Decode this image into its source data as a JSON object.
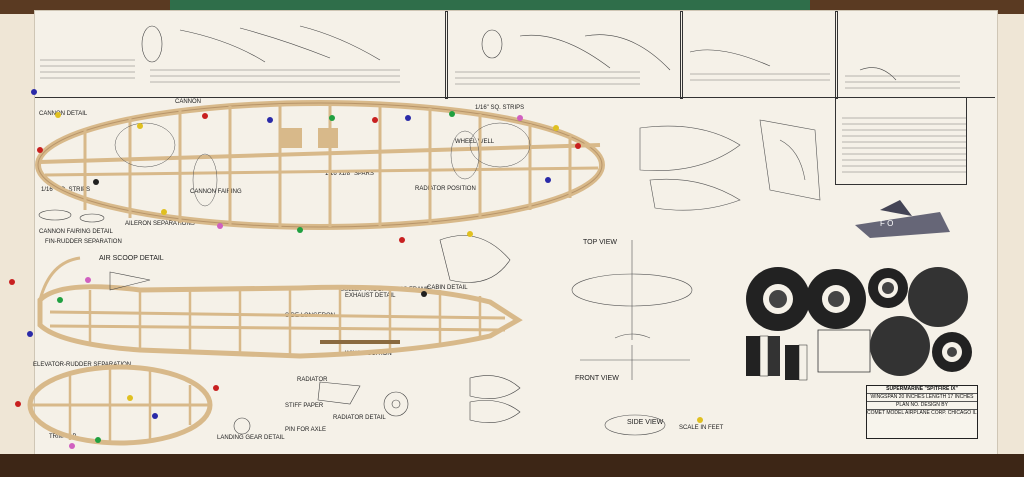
{
  "labels": {
    "cannon_detail": "CANNON DETAIL",
    "cannon": "CANNON",
    "cannon_fairing": "CANNON FAIRING",
    "cannon_fairing_detail": "CANNON FAIRING DETAIL",
    "aileron_separations": "AILERON SEPARATIONS",
    "wheel_well": "WHEEL WELL",
    "radiator_position": "RADIATOR POSITION",
    "strips_1": "1/16\" SQ. STRIPS",
    "strips_2": "1/16\" SQ. STRIPS",
    "spars": "1/16\"x1/8\" SPARS",
    "top_view": "TOP VIEW",
    "front_view": "FRONT VIEW",
    "side_view": "SIDE VIEW",
    "air_scoop_detail": "AIR SCOOP DETAIL",
    "exhaust_detail": "EXHAUST DETAIL",
    "cabin_detail": "CABIN DETAIL",
    "radiator_detail": "RADIATOR DETAIL",
    "landing_gear_detail": "LANDING GEAR DETAIL",
    "trim_tab": "TRIM TAB",
    "elevator_separation": "ELEVATOR-RUDDER SEPARATION",
    "fin_rudder_separation": "FIN-RUDDER SEPARATION",
    "side_longeron": "SIDE LONGERON",
    "bullet_proof_glass": "BULLET-PROOF GLASS FRAME",
    "radiator": "RADIATOR",
    "wing_position": "WING POSITION",
    "stiff_paper": "STIFF PAPER",
    "pin_for_axle": "PIN FOR AXLE",
    "scale_in_feet": "SCALE IN FEET"
  },
  "title_block": {
    "name": "SUPERMARINE \"SPITFIRE IX\"",
    "specs": "WINGSPAN 20 INCHES   LENGTH 17 INCHES",
    "plan_no": "PLAN NO.   DESIGN BY",
    "company": "COMET MODEL AIRPLANE CORP. CHICAGO ILL."
  },
  "colors": {
    "board": "#efe6d6",
    "paper": "#f5f1e8",
    "balsa": "#d8b98a",
    "pin_colors": [
      "#2a2aa8",
      "#c82020",
      "#e0c020",
      "#20a040",
      "#d060c0",
      "#202020",
      "#40a0e0"
    ]
  }
}
